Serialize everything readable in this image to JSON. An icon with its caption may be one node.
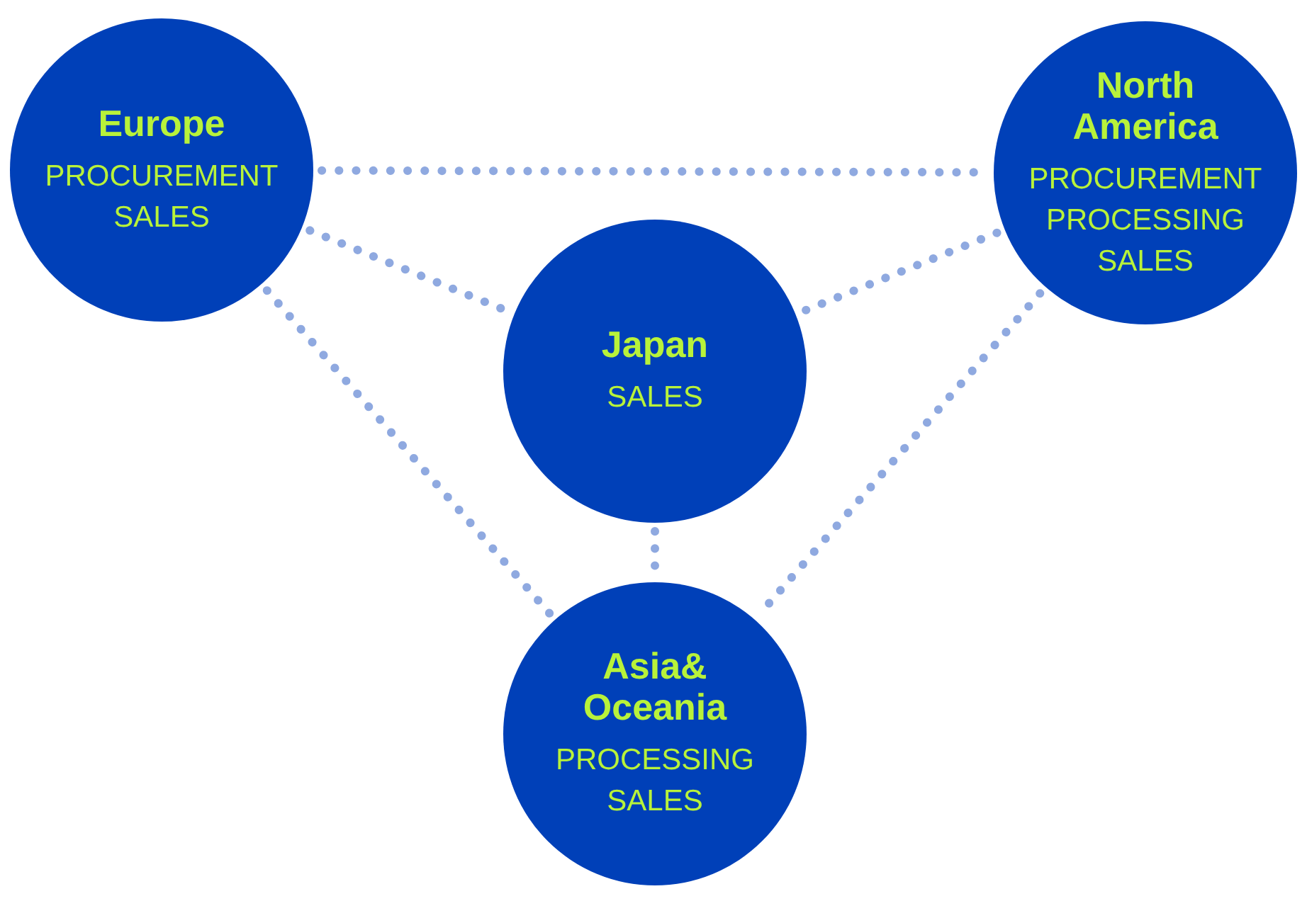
{
  "diagram": {
    "nodes": [
      {
        "text": [
          "Europe",
          "PROCUREMENT",
          "SALES"
        ]
      },
      {
        "text": [
          "North America",
          "PROCUREMENT",
          "PROCESSING",
          "SALES"
        ]
      },
      {
        "text": [
          "Japan",
          "SALES"
        ]
      },
      {
        "text": [
          "Asia& Oceania",
          "PROCESSING",
          "SALES"
        ]
      }
    ],
    "edges": [
      {
        "from": 0,
        "to": 1,
        "arrow": "none",
        "style": "dashed"
      },
      {
        "from": 0,
        "to": 2,
        "arrow": "none",
        "style": "dashed"
      },
      {
        "from": 1,
        "to": 2,
        "arrow": "none",
        "style": "dashed"
      },
      {
        "from": 0,
        "to": 3,
        "arrow": "none",
        "style": "dashed"
      },
      {
        "from": 1,
        "to": 3,
        "arrow": "none",
        "style": "dashed"
      },
      {
        "from": 2,
        "to": 3,
        "arrow": "none",
        "style": "dashed"
      }
    ]
  }
}
